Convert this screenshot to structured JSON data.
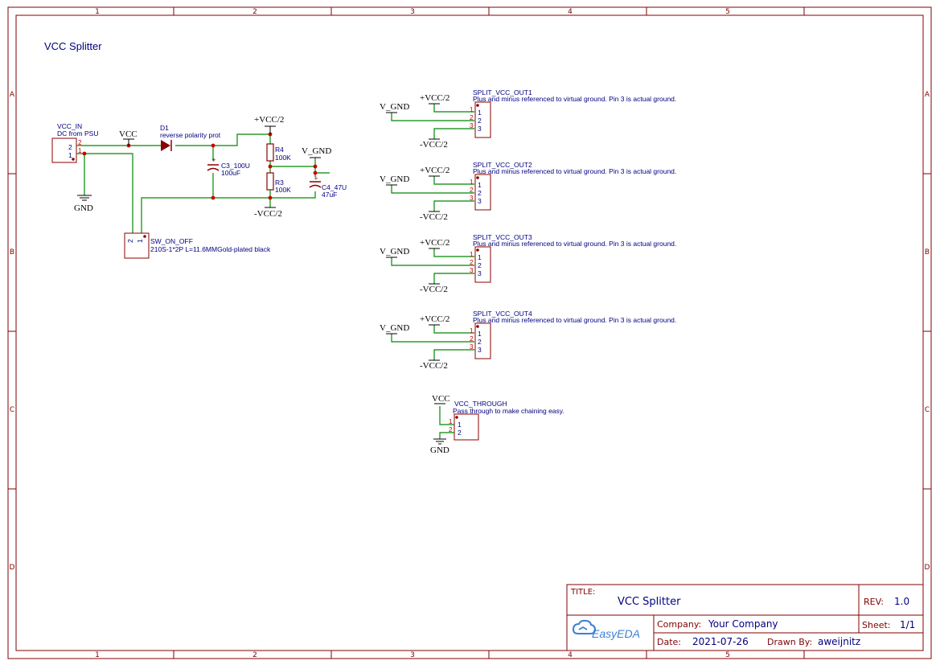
{
  "sheet": {
    "title": "VCC Splitter",
    "columns": [
      "1",
      "2",
      "3",
      "4",
      "5"
    ],
    "rows": [
      "A",
      "B",
      "C",
      "D"
    ]
  },
  "components": {
    "vcc_in": {
      "designator": "VCC_IN",
      "value": "DC from PSU",
      "pins": [
        "2",
        "1"
      ]
    },
    "d1": {
      "designator": "D1",
      "value": "reverse polarity prot"
    },
    "c3": {
      "designator": "C3_100U",
      "value": "100uF"
    },
    "r4": {
      "designator": "R4",
      "value": "100K"
    },
    "r3": {
      "designator": "R3",
      "value": "100K"
    },
    "c4": {
      "designator": "C4_47U",
      "value": "47uF"
    },
    "sw": {
      "designator": "SW_ON_OFF",
      "value": "210S-1*2P L=11.6MMGold-plated black",
      "pins": [
        "2",
        "1"
      ]
    },
    "vcc_through": {
      "designator": "VCC_THROUGH",
      "value": "Pass through to make chaining easy.",
      "pins": [
        "1",
        "2"
      ]
    }
  },
  "outputs": [
    {
      "designator": "SPLIT_VCC_OUT1",
      "value": "Plus and minus referenced to virtual ground. Pin 3 is actual ground."
    },
    {
      "designator": "SPLIT_VCC_OUT2",
      "value": "Plus and minus referenced to virtual ground. Pin 3 is actual ground."
    },
    {
      "designator": "SPLIT_VCC_OUT3",
      "value": "Plus and minus referenced to virtual ground. Pin 3 is actual ground."
    },
    {
      "designator": "SPLIT_VCC_OUT4",
      "value": "Plus and minus referenced to virtual ground. Pin 3 is actual ground."
    }
  ],
  "connector_pins": [
    "1",
    "2",
    "3"
  ],
  "nets": {
    "vcc": "VCC",
    "gnd": "GND",
    "vplus": "+VCC/2",
    "vminus": "-VCC/2",
    "vgnd": "V_GND"
  },
  "title_block": {
    "title_label": "TITLE:",
    "title": "VCC Splitter",
    "rev_label": "REV:",
    "rev": "1.0",
    "company_label": "Company:",
    "company": "Your Company",
    "sheet_label": "Sheet:",
    "sheet": "1/1",
    "date_label": "Date:",
    "date": "2021-07-26",
    "drawn_label": "Drawn By:",
    "drawn": "aweijnitz",
    "logo": "EasyEDA"
  },
  "colors": {
    "frame": "#800000",
    "wire": "#008800",
    "component": "#8b0000",
    "label": "#000080",
    "junction": "#cc0000"
  }
}
